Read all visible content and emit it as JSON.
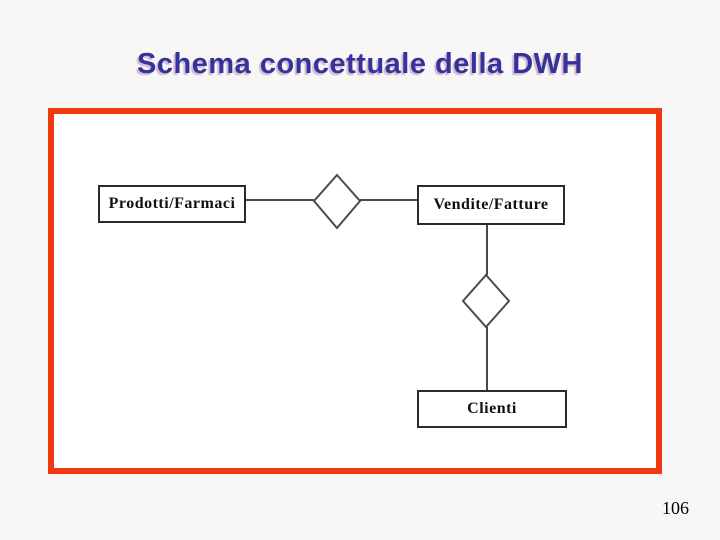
{
  "slide": {
    "title": "Schema concettuale della DWH",
    "page_number": "106"
  },
  "colors": {
    "title_text": "#333399",
    "title_shadow": "#c396c3",
    "frame_border": "#ee3a0e",
    "diagram_stroke": "#4a4a4a",
    "entity_border": "#2b2b2b",
    "background": "#f8f7f5",
    "frame_fill": "#ffffff"
  },
  "diagram": {
    "type": "entity-relationship",
    "entities": [
      {
        "id": "prodotti",
        "label": "Prodotti/Farmaci"
      },
      {
        "id": "vendite",
        "label": "Vendite/Fatture"
      },
      {
        "id": "clienti",
        "label": "Clienti"
      }
    ],
    "relationships": [
      {
        "id": "rel-1",
        "shape": "diamond",
        "label": "",
        "connects": [
          "Prodotti/Farmaci",
          "Vendite/Fatture"
        ]
      },
      {
        "id": "rel-2",
        "shape": "diamond",
        "label": "",
        "connects": [
          "Vendite/Fatture",
          "Clienti"
        ]
      }
    ]
  }
}
